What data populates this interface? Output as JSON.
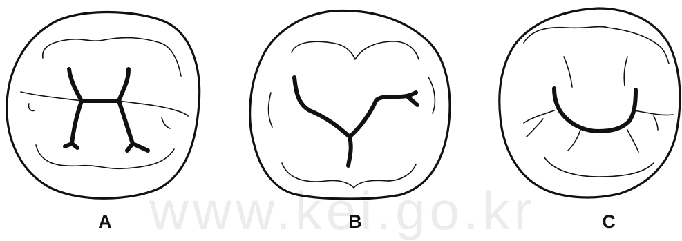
{
  "figure": {
    "watermark": "www.kei.go.kr",
    "panels": [
      {
        "id": "a",
        "label": "A"
      },
      {
        "id": "b",
        "label": "B"
      },
      {
        "id": "c",
        "label": "C"
      }
    ]
  }
}
